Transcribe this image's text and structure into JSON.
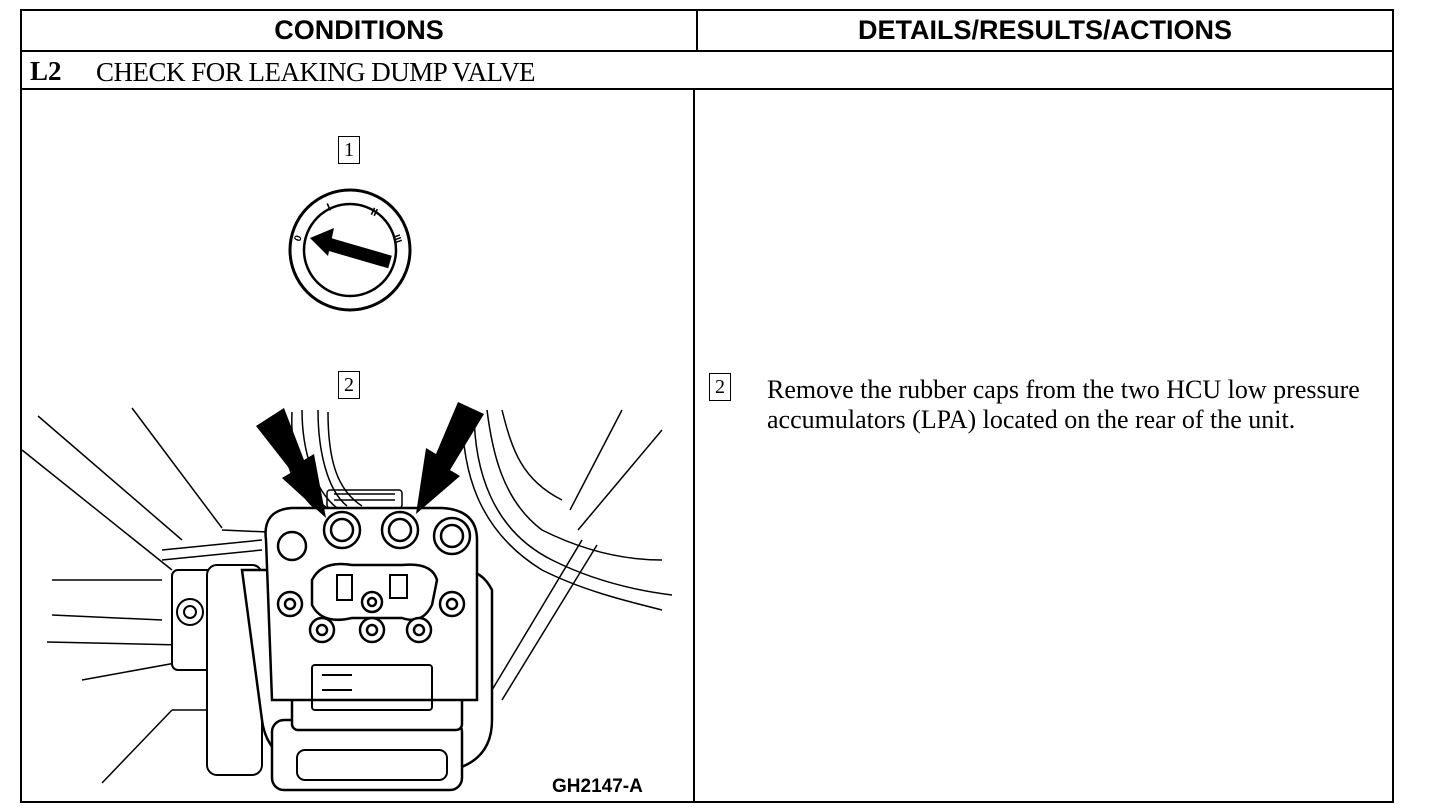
{
  "header": {
    "conditions_label": "CONDITIONS",
    "details_label": "DETAILS/RESULTS/ACTIONS"
  },
  "step": {
    "code": "L2",
    "title": "CHECK FOR LEAKING DUMP VALVE"
  },
  "conditions": {
    "callout_1": "1",
    "callout_2": "2",
    "ignition_positions": [
      "0",
      "I",
      "II",
      "III"
    ],
    "figure_id": "GH2147-A"
  },
  "details": {
    "callout": "2",
    "instruction": "Remove the rubber caps from the two HCU low pressure accumulators (LPA) located on the rear of the unit."
  }
}
